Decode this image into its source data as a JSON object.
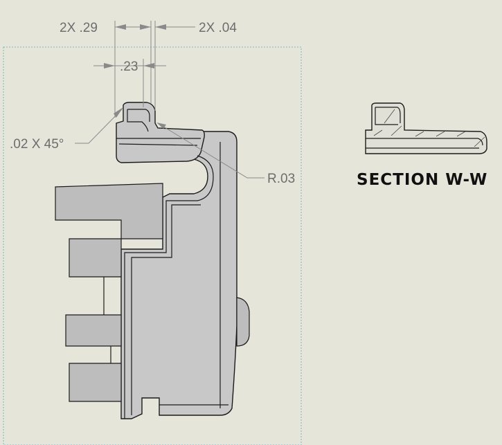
{
  "dimensions": {
    "width_left": "2X  .29",
    "width_right": "2X  .04",
    "gap": ".23",
    "chamfer": ".02 X 45°",
    "radius": "R.03"
  },
  "section": {
    "title": "SECTION W-W"
  },
  "colors": {
    "background": "#e6e5da",
    "part_fill": "#c8c8c8",
    "dimension_text": "#6d6d6d",
    "view_border": "#7fb5c0"
  }
}
